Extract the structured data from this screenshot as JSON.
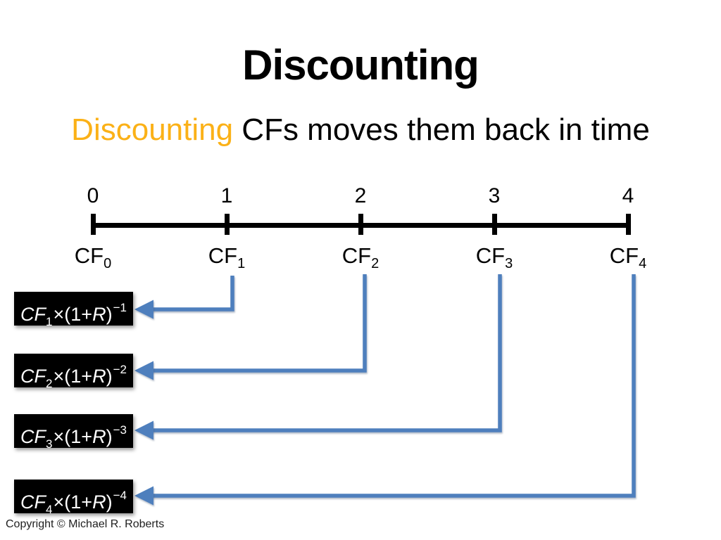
{
  "slide": {
    "title": "Discounting",
    "subtitle_highlight": "Discounting",
    "subtitle_rest": " CFs moves them back in time",
    "copyright": "Copyright © Michael R. Roberts"
  },
  "timeline": {
    "ticks": [
      "0",
      "1",
      "2",
      "3",
      "4"
    ],
    "cf_base": "CF",
    "cf_subs": [
      "0",
      "1",
      "2",
      "3",
      "4"
    ]
  },
  "formulas": {
    "cf": "CF",
    "mid": "×(1+",
    "rvar": "R",
    "close": ")",
    "items": [
      {
        "sub": "1",
        "exp": "−1"
      },
      {
        "sub": "2",
        "exp": "−2"
      },
      {
        "sub": "3",
        "exp": "−3"
      },
      {
        "sub": "4",
        "exp": "−4"
      }
    ]
  },
  "colors": {
    "accent_blue": "#4E7FBD",
    "highlight_orange": "#FBB117",
    "box_bg": "#000000",
    "box_text": "#FFFFFF",
    "text_black": "#000000"
  }
}
